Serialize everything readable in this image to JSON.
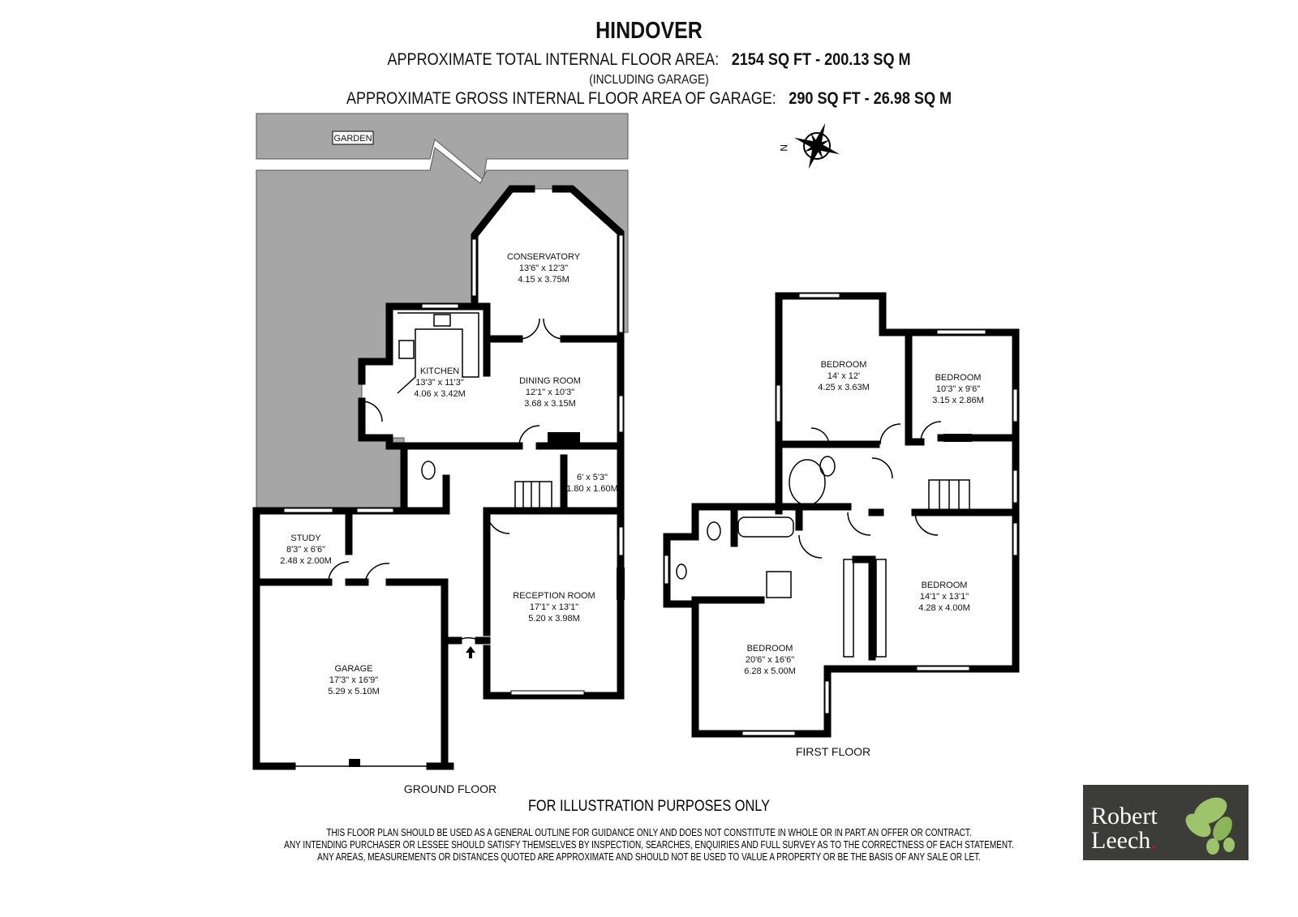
{
  "header": {
    "title": "HINDOVER",
    "total_area_label": "APPROXIMATE TOTAL INTERNAL FLOOR AREA:",
    "total_area_value": "2154 SQ FT  -  200.13 SQ M",
    "including_note": "(INCLUDING GARAGE)",
    "garage_area_label": "APPROXIMATE GROSS INTERNAL FLOOR AREA OF GARAGE:",
    "garage_area_value": "290 SQ FT  -  26.98 SQ M"
  },
  "compass": {
    "north_label": "N"
  },
  "ground_floor": {
    "label": "GROUND FLOOR",
    "garden_label": "GARDEN",
    "rooms": [
      {
        "name": "CONSERVATORY",
        "imperial": "13'6\" x 12'3\"",
        "metric": "4.15 x 3.75M"
      },
      {
        "name": "KITCHEN",
        "imperial": "13'3\" x 11'3\"",
        "metric": "4.06 x 3.42M"
      },
      {
        "name": "DINING ROOM",
        "imperial": "12'1\" x 10'3\"",
        "metric": "3.68 x 3.15M"
      },
      {
        "name": "",
        "imperial": "6' x 5'3\"",
        "metric": "1.80 x 1.60M"
      },
      {
        "name": "STUDY",
        "imperial": "8'3\" x 6'6\"",
        "metric": "2.48 x 2.00M"
      },
      {
        "name": "RECEPTION ROOM",
        "imperial": "17'1\" x 13'1\"",
        "metric": "5.20 x 3.98M"
      },
      {
        "name": "GARAGE",
        "imperial": "17'3\" x 16'9\"",
        "metric": "5.29 x 5.10M"
      }
    ]
  },
  "first_floor": {
    "label": "FIRST FLOOR",
    "rooms": [
      {
        "name": "BEDROOM",
        "imperial": "14' x 12'",
        "metric": "4.25 x 3.63M"
      },
      {
        "name": "BEDROOM",
        "imperial": "10'3\" x 9'6\"",
        "metric": "3.15 x 2.86M"
      },
      {
        "name": "BEDROOM",
        "imperial": "14'1\" x 13'1\"",
        "metric": "4.28 x 4.00M"
      },
      {
        "name": "BEDROOM",
        "imperial": "20'6\" x 16'6\"",
        "metric": "6.28 x 5.00M"
      }
    ]
  },
  "footer": {
    "illustration_note": "FOR ILLUSTRATION PURPOSES ONLY",
    "disclaimer": [
      "THIS FLOOR PLAN SHOULD BE USED AS A GENERAL OUTLINE FOR GUIDANCE ONLY AND DOES NOT CONSTITUTE IN WHOLE OR IN PART AN OFFER OR CONTRACT.",
      "ANY INTENDING PURCHASER OR LESSEE SHOULD SATISFY THEMSELVES BY INSPECTION, SEARCHES, ENQUIRIES AND FULL SURVEY AS TO THE CORRECTNESS OF EACH STATEMENT.",
      "ANY AREAS, MEASUREMENTS OR DISTANCES QUOTED ARE APPROXIMATE AND SHOULD NOT BE USED TO VALUE A PROPERTY OR BE THE BASIS OF ANY SALE OR LET."
    ]
  },
  "logo": {
    "line1": "Robert",
    "line2": "Leech",
    "accent_color": "#c8102e",
    "leaf_color": "#9dc46a",
    "bg_color": "#3c3d39"
  }
}
